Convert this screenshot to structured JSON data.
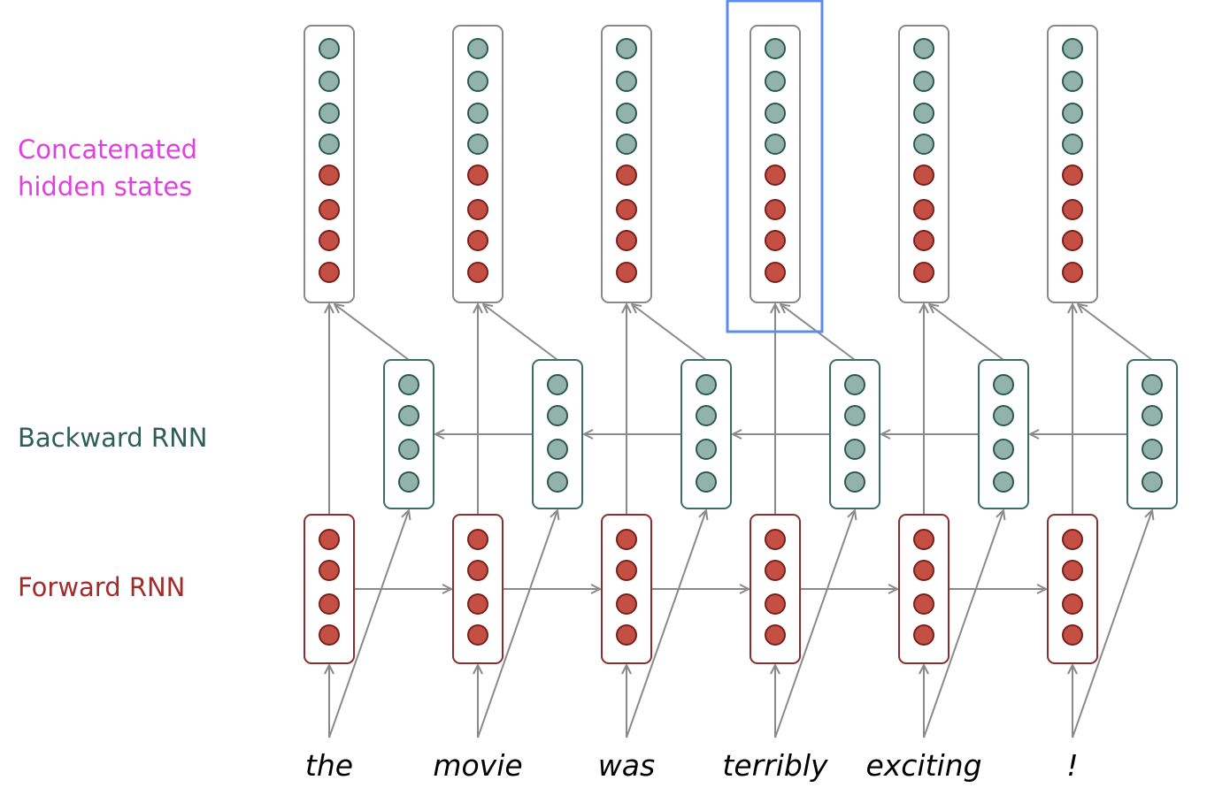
{
  "labels": {
    "concatenated_line1": "Concatenated",
    "concatenated_line2": "hidden states",
    "backward": "Backward RNN",
    "forward": "Forward RNN"
  },
  "words": [
    "the",
    "movie",
    "was",
    "terribly",
    "exciting",
    "!"
  ],
  "highlighted_word_index": 3,
  "units": {
    "forward_per_cell": 4,
    "backward_per_cell": 4,
    "concatenated_backward_part": 4,
    "concatenated_forward_part": 4
  },
  "colors": {
    "concatenated_label": "#e040e0",
    "backward_label": "#2e5e55",
    "forward_label": "#a52a2a",
    "forward_border": "#8b2e2e",
    "forward_fill": "#c45045",
    "forward_stroke": "#7a1f1a",
    "backward_border": "#3b6e64",
    "backward_fill": "#93b3aa",
    "backward_stroke": "#2a5a50",
    "concat_border": "#888888",
    "arrow": "#8a8a8a",
    "highlight": "#5b8def"
  }
}
